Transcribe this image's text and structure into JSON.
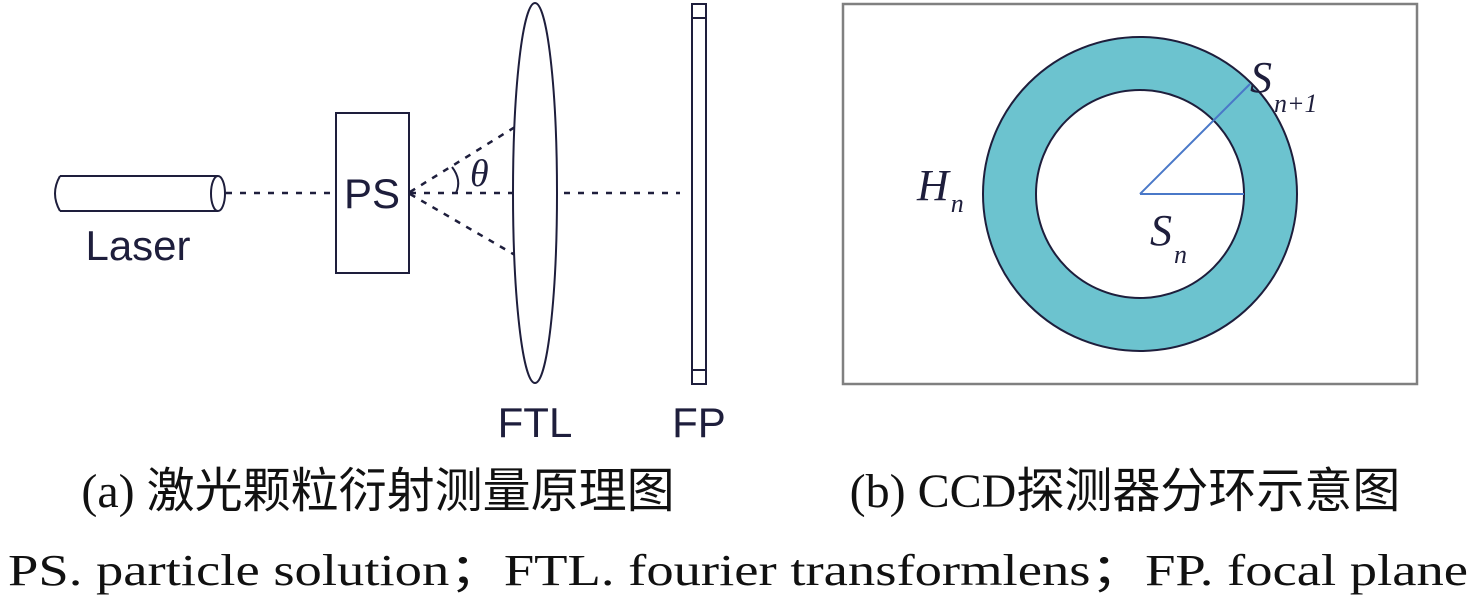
{
  "panel_a": {
    "laser_label": "Laser",
    "ps_label": "PS",
    "angle_label": "θ",
    "ftl_label": "FTL",
    "fp_label": "FP",
    "caption": "(a) 激光颗粒衍射测量原理图"
  },
  "panel_b": {
    "h_label": "H",
    "h_sub": "n",
    "s_outer_label": "S",
    "s_outer_sub": "n+1",
    "s_inner_label": "S",
    "s_inner_sub": "n",
    "caption": "(b) CCD探测器分环示意图"
  },
  "footnote": "PS. particle solution；FTL. fourier transformlens；FP. focal plane",
  "colors": {
    "ink": "#1e1e3c",
    "ring_fill": "#6cc3cf",
    "radius_line": "#4a78c8",
    "frame": "#808080"
  }
}
